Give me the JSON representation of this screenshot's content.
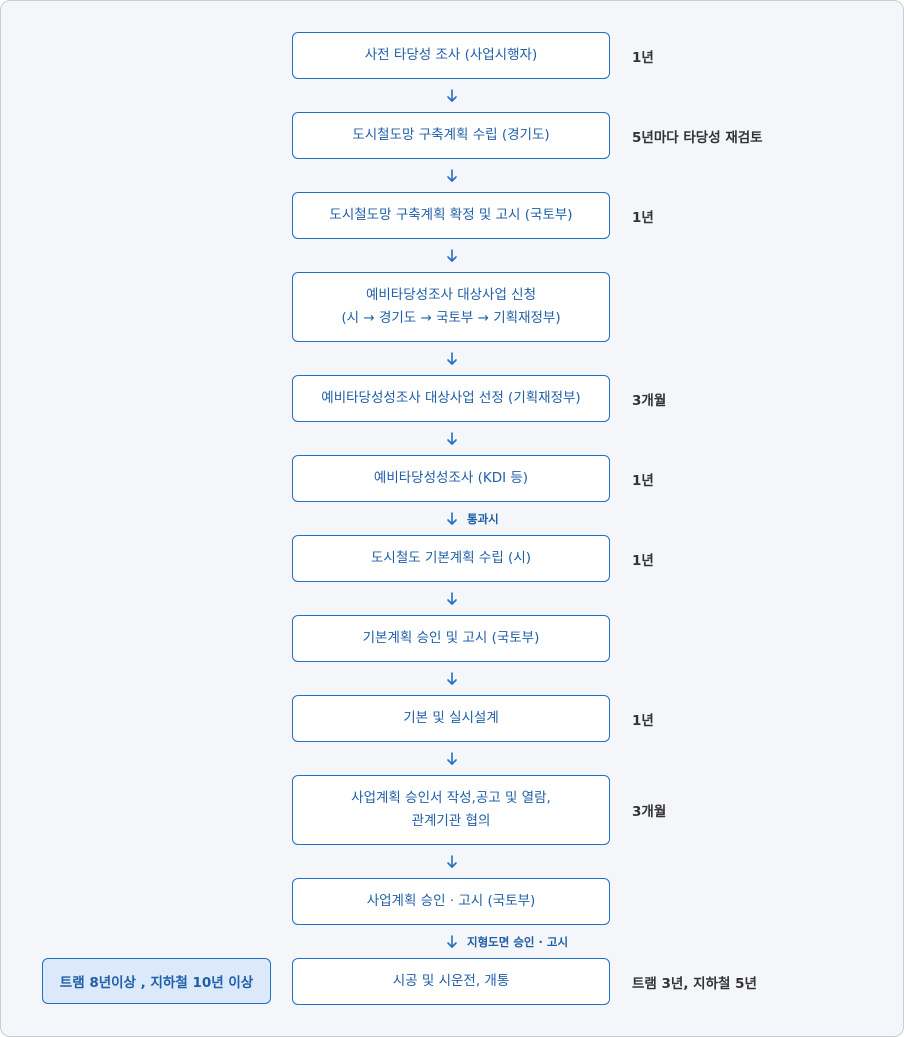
{
  "steps": [
    {
      "text": "사전 타당성 조사 (사업시행자)",
      "duration": "1년"
    },
    {
      "text": "도시철도망 구축계획 수립 (경기도)",
      "duration": "5년마다 타당성 재검토"
    },
    {
      "text": "도시철도망 구축계획 확정 및 고시 (국토부)",
      "duration": "1년"
    },
    {
      "text": "예비타당성조사 대상사업 신청\n(시 → 경기도 → 국토부 → 기획재정부)",
      "duration": ""
    },
    {
      "text": "예비타당성성조사 대상사업 선정 (기획재정부)",
      "duration": "3개월"
    },
    {
      "text": "예비타당성성조사 (KDI 등)",
      "duration": "1년"
    },
    {
      "text": "도시철도 기본계획 수립 (시)",
      "duration": "1년"
    },
    {
      "text": "기본계획 승인 및 고시 (국토부)",
      "duration": ""
    },
    {
      "text": "기본 및 실시설계",
      "duration": "1년"
    },
    {
      "text": "사업계획 승인서 작성,공고 및 열람,\n관계기관 협의",
      "duration": "3개월"
    },
    {
      "text": "사업계획 승인 · 고시 (국토부)",
      "duration": ""
    },
    {
      "text": "시공 및 시운전, 개통",
      "duration": "트램 3년, 지하철 5년"
    }
  ],
  "conditions": {
    "after_feasibility": "통과시",
    "after_business_plan": "지형도면 승인 · 고시"
  },
  "side_note": "트램 8년이상 , 지하철 10년 이상",
  "colors": {
    "accent": "#1f6fc4",
    "text_blue": "#1f5fa8",
    "side_fill": "#dbe9fa",
    "background": "#f4f6f9"
  }
}
